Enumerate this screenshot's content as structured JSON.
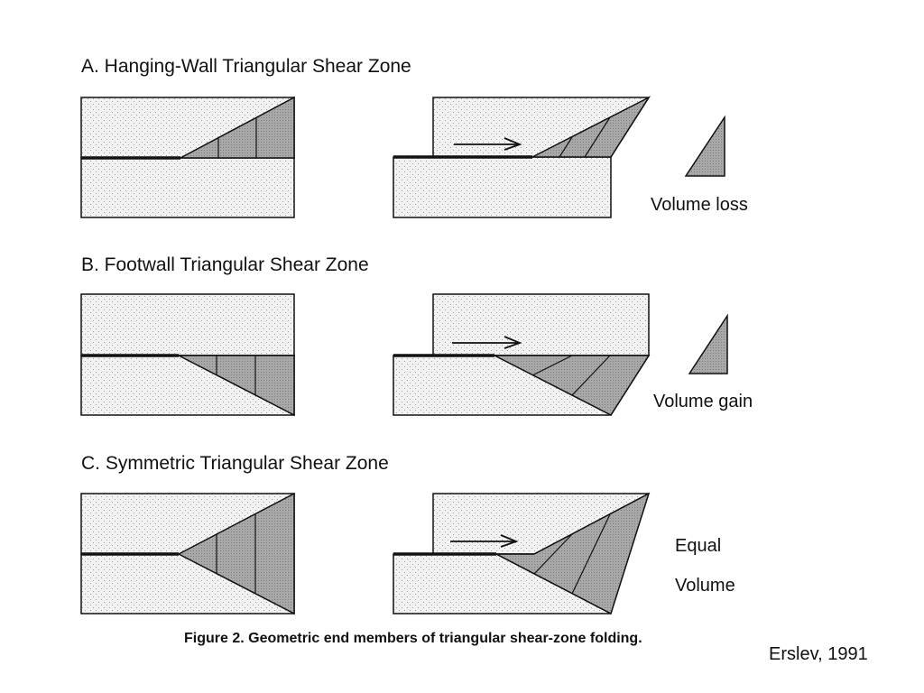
{
  "panels": [
    {
      "title": "A.  Hanging-Wall Triangular Shear Zone",
      "label": [
        "Volume loss"
      ]
    },
    {
      "title": "B.  Footwall Triangular Shear Zone",
      "label": [
        "Volume gain"
      ]
    },
    {
      "title": "C.  Symmetric Triangular Shear Zone",
      "label": [
        "Equal",
        "Volume"
      ]
    }
  ],
  "caption": "Figure 2. Geometric end members of triangular shear-zone folding.",
  "credit": "Erslev, 1991",
  "colors": {
    "stipple_background": "#f2f2f2",
    "stipple_dot": "#8a8a8a",
    "shear_zone_fill": "#a8a8a8",
    "line": "#111111"
  }
}
